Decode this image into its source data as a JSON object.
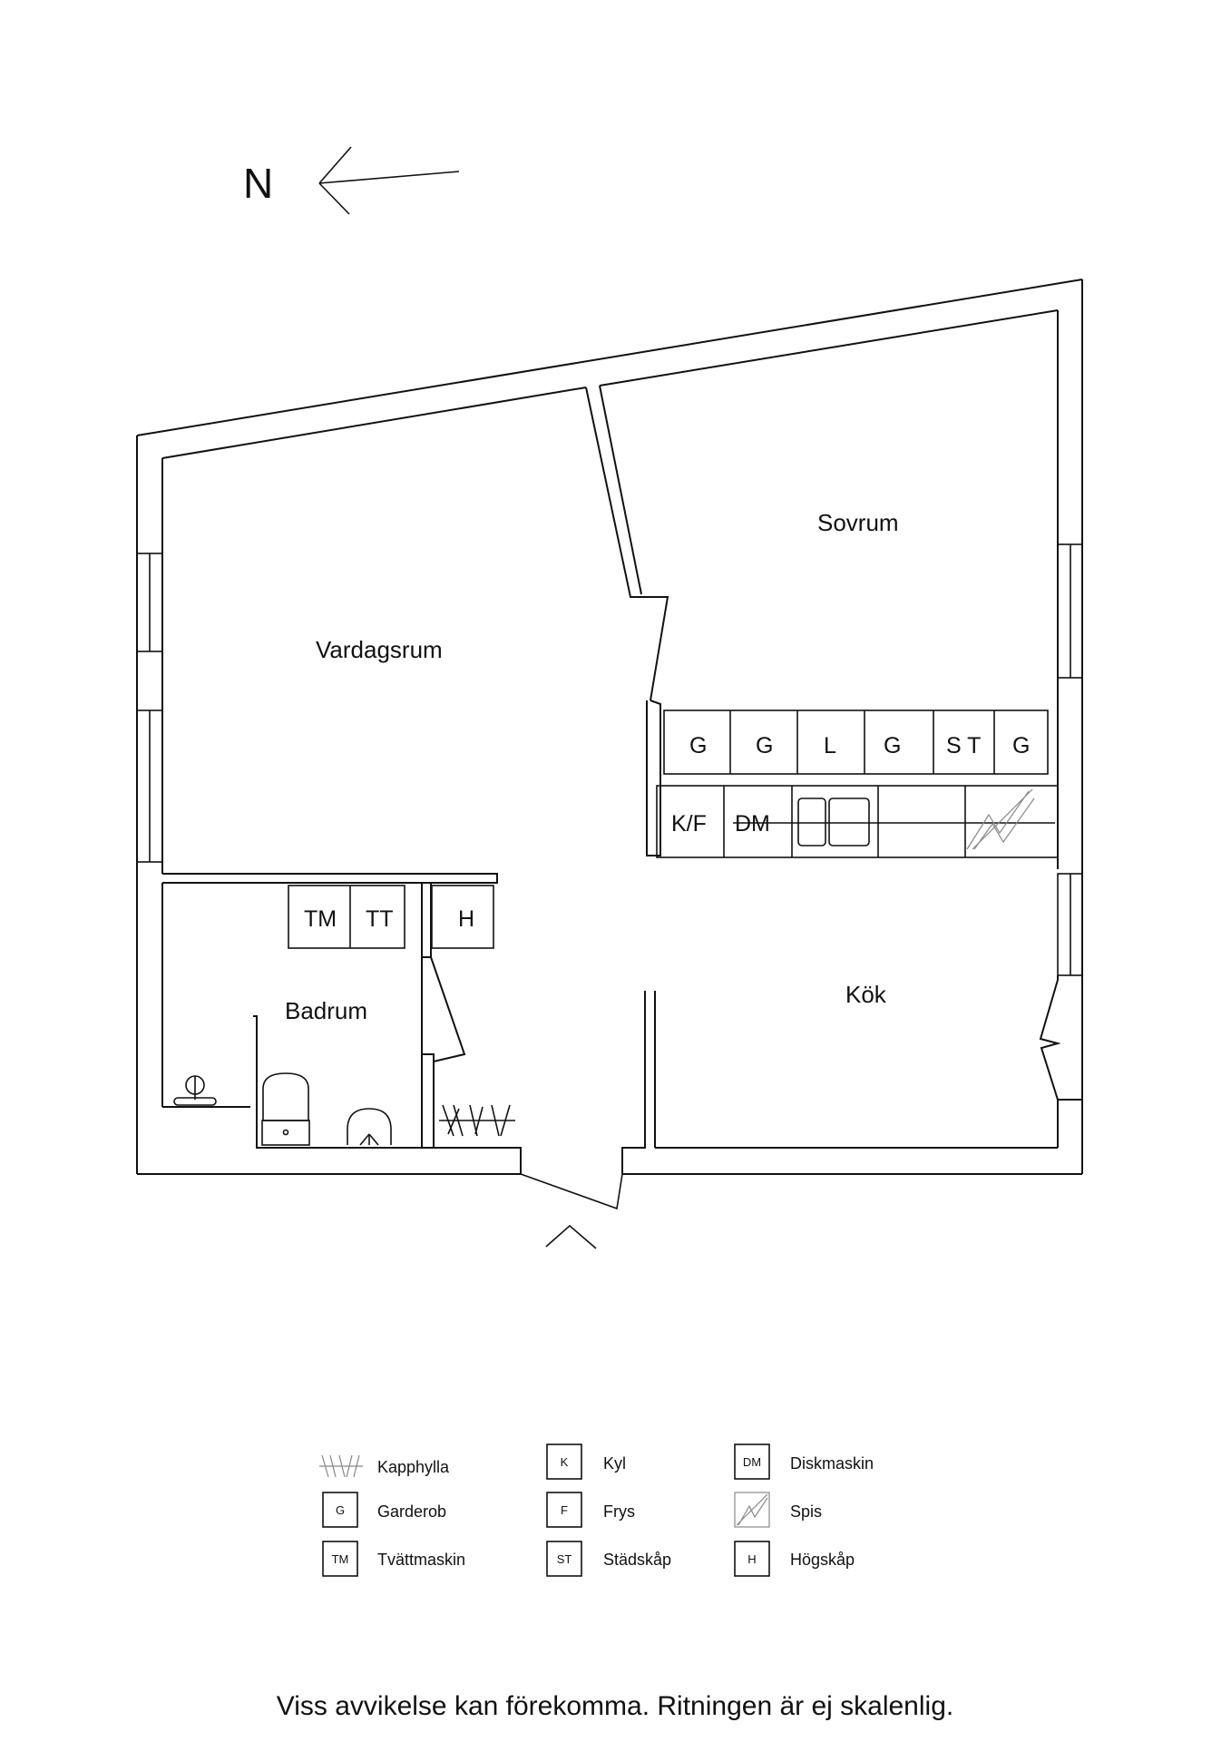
{
  "compass": {
    "label": "N",
    "icon": "north-arrow-icon"
  },
  "rooms": {
    "living": "Vardagsrum",
    "bedroom": "Sovrum",
    "bathroom": "Badrum",
    "kitchen": "Kök"
  },
  "wardrobe_row": [
    "G",
    "G",
    "L",
    "G",
    "S T",
    "G"
  ],
  "kitchen_row": [
    "K/F",
    "DM"
  ],
  "bath_units": [
    "TM",
    "TT"
  ],
  "hall_unit": "H",
  "legend": [
    {
      "abbr": "",
      "icon": "coat-rack-icon",
      "label": "Kapphylla"
    },
    {
      "abbr": "K",
      "icon": "",
      "label": "Kyl"
    },
    {
      "abbr": "DM",
      "icon": "",
      "label": "Diskmaskin"
    },
    {
      "abbr": "G",
      "icon": "",
      "label": "Garderob"
    },
    {
      "abbr": "F",
      "icon": "",
      "label": "Frys"
    },
    {
      "abbr": "",
      "icon": "stove-icon",
      "label": "Spis"
    },
    {
      "abbr": "TM",
      "icon": "",
      "label": "Tvättmaskin"
    },
    {
      "abbr": "ST",
      "icon": "",
      "label": "Städskåp"
    },
    {
      "abbr": "H",
      "icon": "",
      "label": "Högskåp"
    }
  ],
  "disclaimer": "Viss avvikelse kan förekomma. Ritningen är ej skalenlig."
}
